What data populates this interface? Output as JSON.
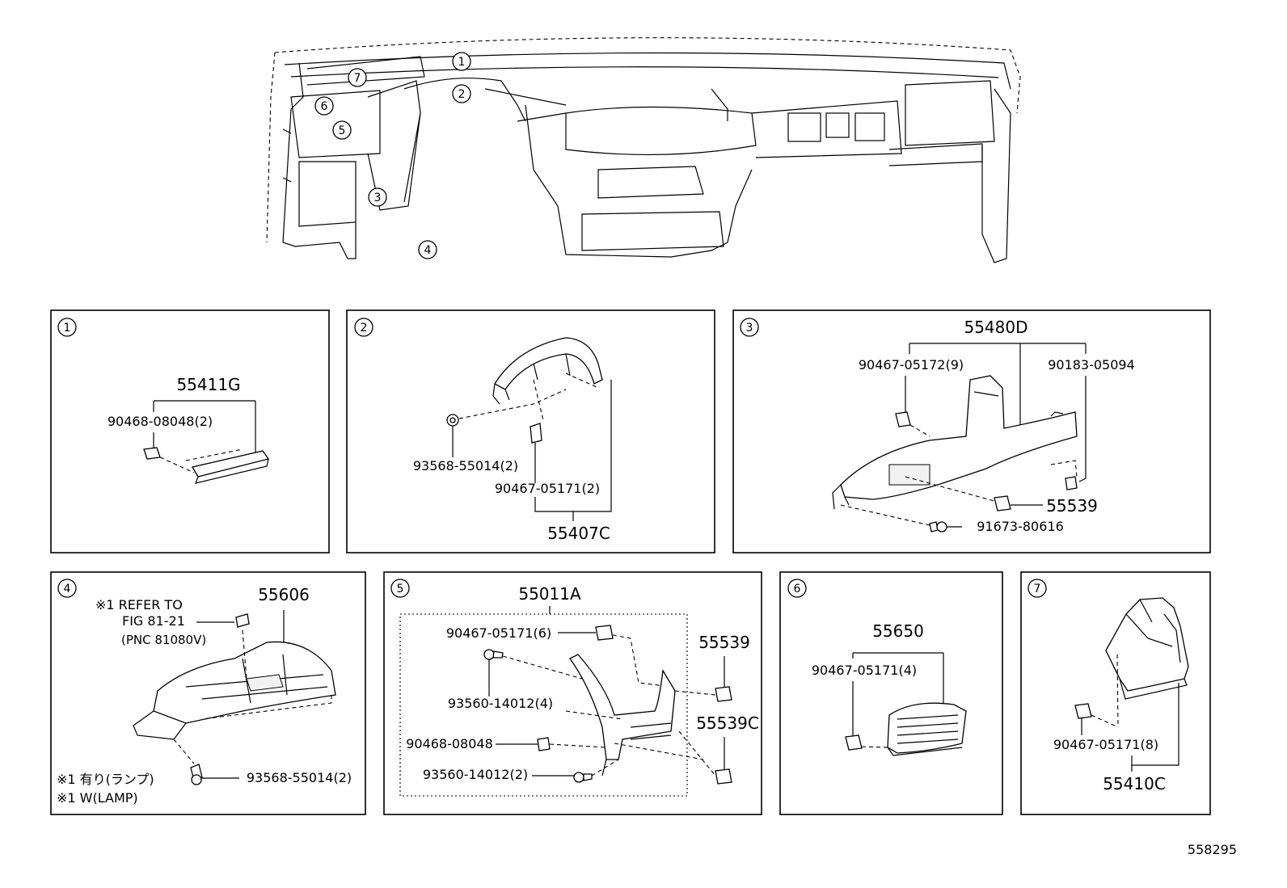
{
  "diagram_id": "558295",
  "overview_callouts": [
    "1",
    "2",
    "3",
    "4",
    "5",
    "6",
    "7"
  ],
  "panels": {
    "p1": {
      "index": "1",
      "assembly": "55411G",
      "parts": [
        "90468-08048(2)"
      ]
    },
    "p2": {
      "index": "2",
      "assembly": "55407C",
      "parts": [
        "93568-55014(2)",
        "90467-05171(2)"
      ]
    },
    "p3": {
      "index": "3",
      "assembly": "55480D",
      "parts": [
        "90467-05172(9)",
        "90183-05094",
        "55539",
        "91673-80616"
      ]
    },
    "p4": {
      "index": "4",
      "assembly": "55606",
      "note_ref_1": "※1 REFER TO",
      "note_ref_2": "FIG 81-21",
      "note_ref_3": "(PNC 81080V)",
      "parts": [
        "93568-55014(2)"
      ],
      "note_jp": "※1 有り(ランプ)",
      "note_en": "※1 W(LAMP)"
    },
    "p5": {
      "index": "5",
      "assembly": "55011A",
      "parts": [
        "90467-05171(6)",
        "93560-14012(4)",
        "90468-08048",
        "93560-14012(2)",
        "55539",
        "55539C"
      ]
    },
    "p6": {
      "index": "6",
      "assembly": "55650",
      "parts": [
        "90467-05171(4)"
      ]
    },
    "p7": {
      "index": "7",
      "assembly": "55410C",
      "parts": [
        "90467-05171(8)"
      ]
    }
  }
}
